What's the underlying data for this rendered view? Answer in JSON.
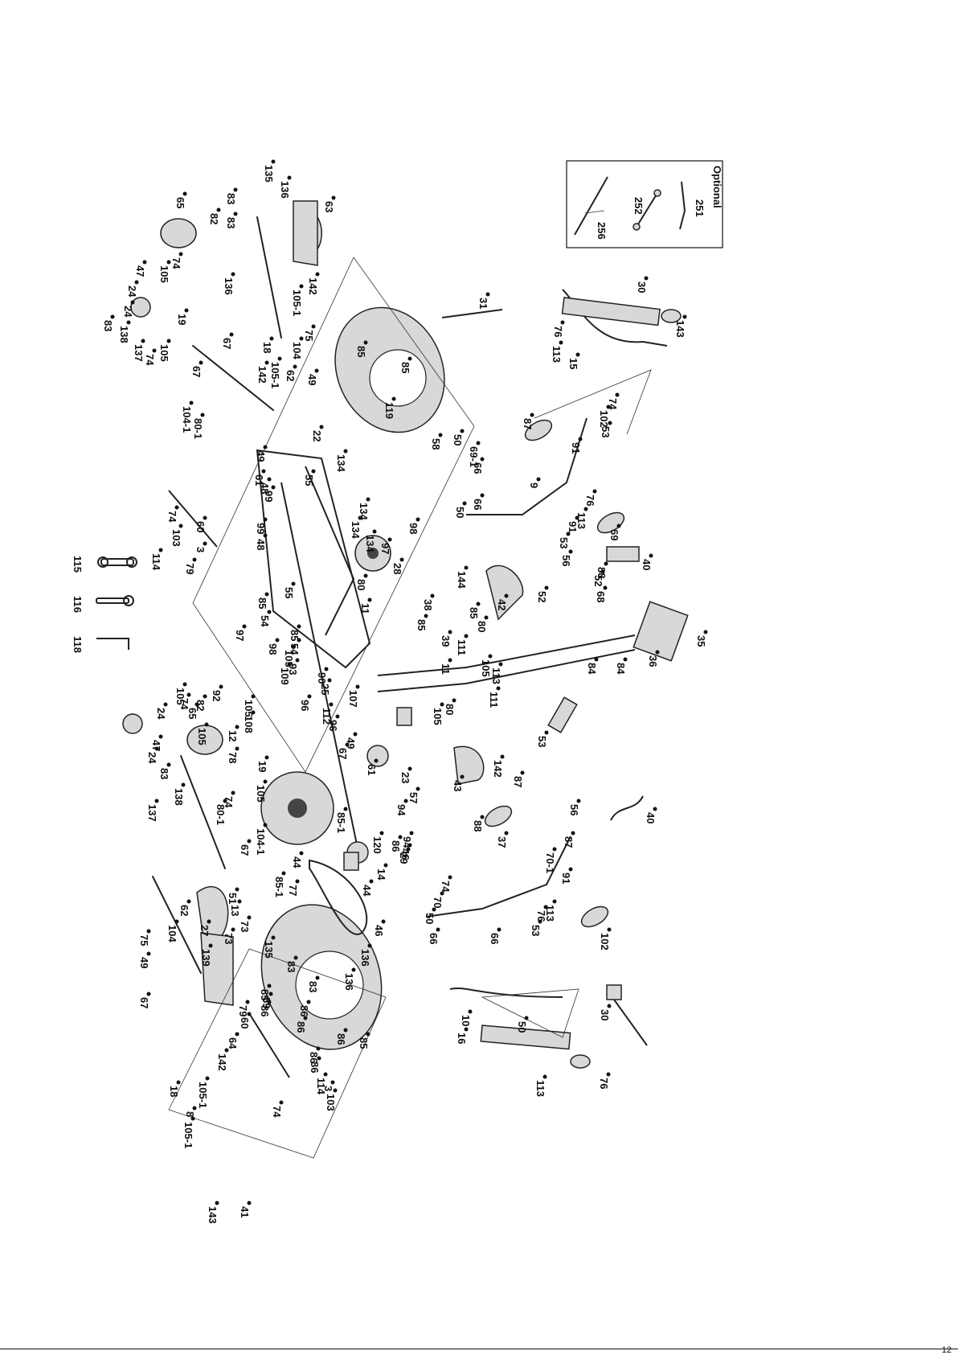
{
  "optional_box": {
    "title": "Optional",
    "items": [
      "251",
      "252",
      "256"
    ]
  },
  "tools": [
    "115",
    "116",
    "118"
  ],
  "callouts": [
    "135",
    "136",
    "63",
    "65",
    "82",
    "83",
    "83",
    "136",
    "142",
    "105-1",
    "74",
    "105",
    "24",
    "47",
    "24",
    "19",
    "105",
    "74",
    "137",
    "138",
    "83",
    "67",
    "75",
    "104",
    "18",
    "105-1",
    "142",
    "62",
    "49",
    "67",
    "104-1",
    "80-1",
    "49",
    "61",
    "31",
    "85",
    "85",
    "119",
    "58",
    "22",
    "134",
    "55",
    "99",
    "48",
    "134",
    "134",
    "98",
    "97",
    "28",
    "134",
    "99",
    "48",
    "60",
    "74",
    "103",
    "3",
    "114",
    "79",
    "55",
    "85",
    "54",
    "85",
    "54",
    "50",
    "69-1",
    "66",
    "66",
    "50",
    "9",
    "87",
    "74",
    "102",
    "53",
    "91",
    "76",
    "113",
    "69",
    "91",
    "53",
    "56",
    "40",
    "88",
    "52",
    "68",
    "52",
    "35",
    "84",
    "84",
    "36",
    "30",
    "143",
    "76",
    "113",
    "15",
    "144",
    "42",
    "38",
    "85",
    "39",
    "85",
    "80",
    "111",
    "105",
    "11",
    "113",
    "111",
    "80",
    "105",
    "11",
    "80",
    "97",
    "98",
    "105",
    "93",
    "109",
    "90",
    "25",
    "107",
    "96",
    "112",
    "96",
    "92",
    "105",
    "108",
    "12",
    "78",
    "105",
    "82",
    "65",
    "74",
    "105",
    "24",
    "47",
    "24",
    "83",
    "138",
    "137",
    "19",
    "105",
    "74",
    "80-1",
    "104-1",
    "67",
    "67",
    "49",
    "61",
    "23",
    "57",
    "94",
    "94",
    "29",
    "120",
    "86",
    "46",
    "14",
    "44",
    "85-1",
    "44",
    "85-1",
    "77",
    "46",
    "51",
    "13",
    "73",
    "73",
    "27",
    "139",
    "62",
    "104",
    "75",
    "49",
    "67",
    "135",
    "136",
    "83",
    "83",
    "136",
    "85",
    "59",
    "86",
    "86",
    "86",
    "86",
    "85",
    "86",
    "86",
    "114",
    "3",
    "103",
    "74",
    "79",
    "60",
    "64",
    "142",
    "105-1",
    "18",
    "8",
    "105-1",
    "142",
    "43",
    "87",
    "53",
    "56",
    "40",
    "88",
    "37",
    "87",
    "70-1",
    "91",
    "113",
    "76",
    "53",
    "102",
    "74",
    "70",
    "50",
    "66",
    "66",
    "50",
    "10",
    "16",
    "113",
    "76",
    "30",
    "143",
    "41"
  ],
  "page_number": "12"
}
